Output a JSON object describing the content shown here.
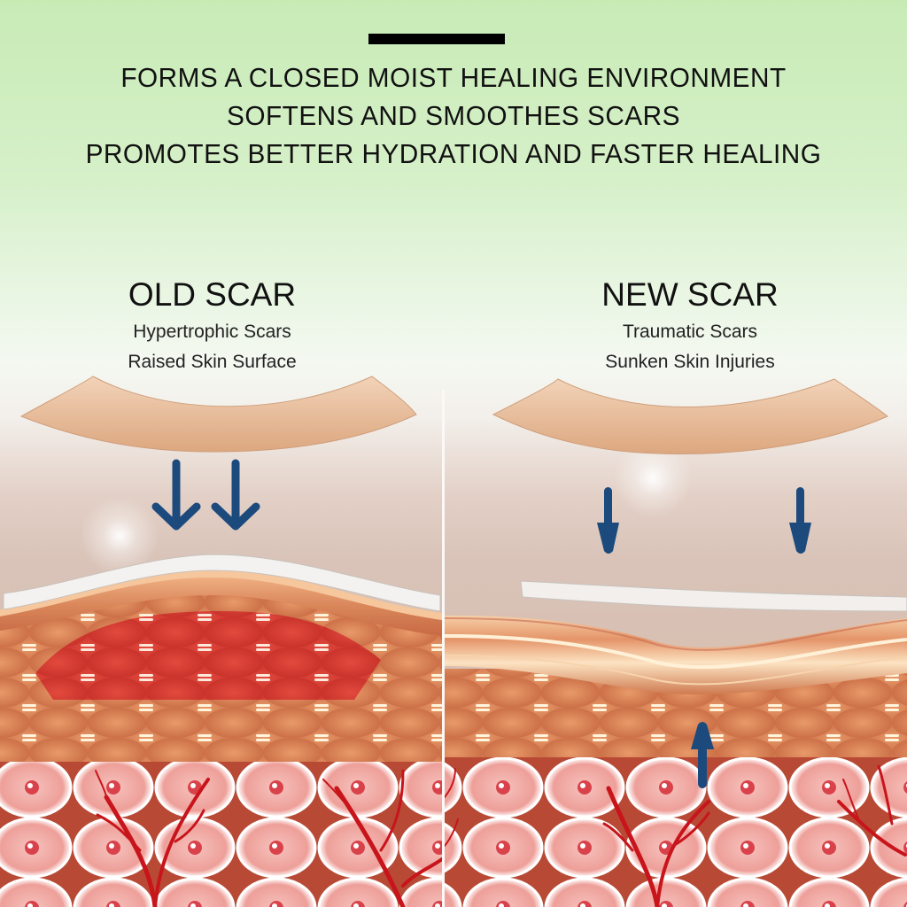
{
  "header": {
    "lines": [
      "FORMS A CLOSED MOIST HEALING ENVIRONMENT",
      "SOFTENS AND SMOOTHES SCARS",
      "PROMOTES BETTER HYDRATION AND FASTER HEALING"
    ]
  },
  "panels": {
    "left": {
      "title": "OLD SCAR",
      "subtitle_1": "Hypertrophic Scars",
      "subtitle_2": "Raised Skin Surface",
      "arrows": [
        "arrow-down-icon",
        "arrow-down-icon"
      ]
    },
    "right": {
      "title": "NEW SCAR",
      "subtitle_1": "Traumatic Scars",
      "subtitle_2": "Sunken Skin Injuries",
      "arrows": [
        "arrow-down-icon",
        "arrow-down-icon",
        "arrow-up-icon"
      ]
    }
  },
  "colors": {
    "background_top": "#c8ebb6",
    "arrow": "#1c4a7d",
    "silicone_sheet": "#e9c3a2",
    "epidermis": "#d98a5c",
    "scar_cells": "#d9423a",
    "dermis_cells": "#f0b3b0",
    "blood_vessel": "#c8141b"
  }
}
